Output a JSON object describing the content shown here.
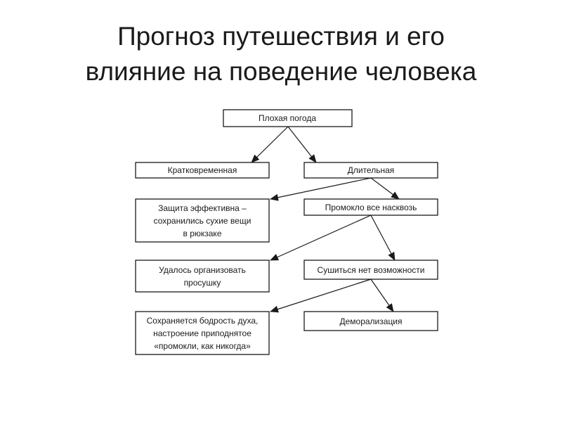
{
  "slide": {
    "title_line1": "Прогноз путешествия и его",
    "title_line2": "влияние на поведение человека"
  },
  "diagram": {
    "bad_weather": "Плохая погода",
    "short_term": "Кратковременная",
    "long_term": "Длительная",
    "protection_lines": [
      "Защита эффективна –",
      "сохранились сухие вещи",
      "в рюкзаке"
    ],
    "soaked": "Промокло все насквозь",
    "drying_lines": [
      "Удалось организовать",
      "просушку"
    ],
    "no_drying": "Сушиться нет возможности",
    "spirits_lines": [
      "Сохраняется бодрость духа,",
      "настроение приподнятое",
      "«промокли, как никогда»"
    ],
    "demoralization": "Деморализация"
  }
}
